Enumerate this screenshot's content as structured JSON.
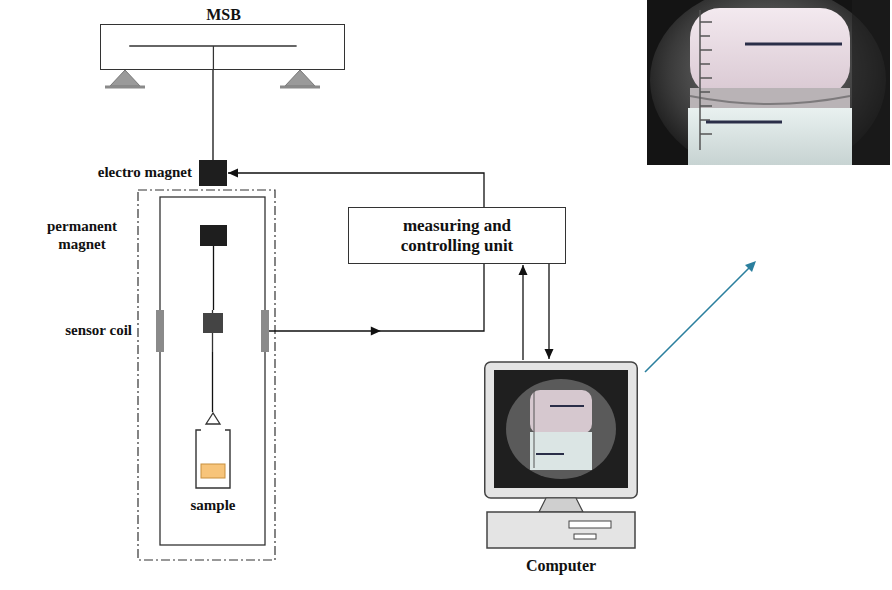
{
  "diagram": {
    "nodes": [
      {
        "text": [
          "MSB"
        ]
      },
      {
        "text": [
          "electro magnet"
        ]
      },
      {
        "text": [
          "permanent magnet"
        ]
      },
      {
        "text": [
          "measuring and controlling unit"
        ]
      },
      {
        "text": [
          "sensor coil"
        ]
      },
      {
        "text": [
          "sample"
        ]
      },
      {
        "text": [
          "Computer"
        ]
      }
    ],
    "edges": [
      {
        "from": 0,
        "to": 1,
        "arrow": "none"
      },
      {
        "from": 3,
        "to": 1,
        "arrow": "to"
      },
      {
        "from": 2,
        "to": 4,
        "arrow": "none"
      },
      {
        "from": 4,
        "to": 3,
        "arrow": "to"
      },
      {
        "from": 4,
        "to": 5,
        "arrow": "none"
      },
      {
        "from": 6,
        "to": 3,
        "arrow": "to"
      },
      {
        "from": 3,
        "to": 6,
        "arrow": "to"
      }
    ]
  }
}
